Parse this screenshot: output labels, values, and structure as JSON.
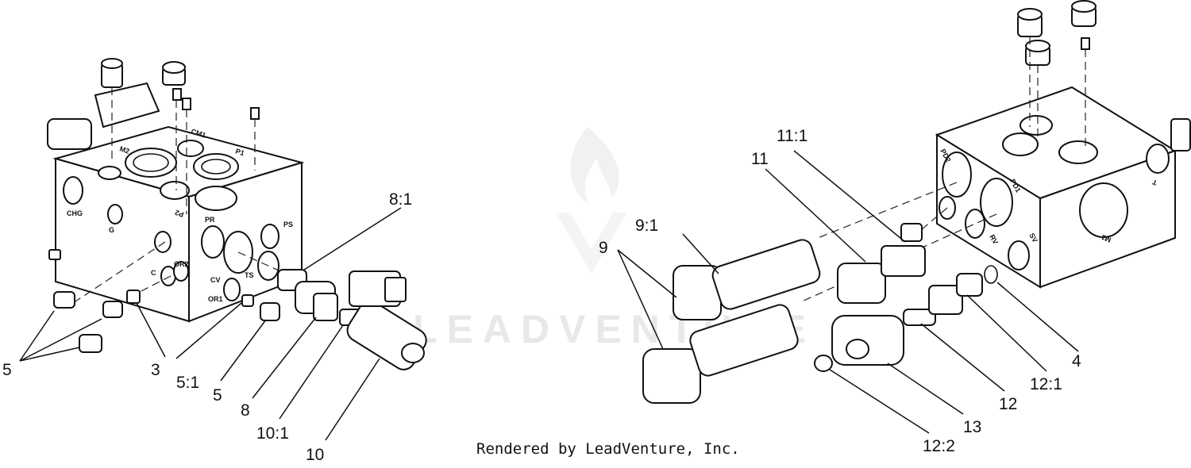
{
  "watermark": "LEADVENTURE",
  "credit": "Rendered by LeadVenture, Inc.",
  "left_assembly": {
    "port_labels": [
      "M2",
      "CM1",
      "P1",
      "P2",
      "CHG",
      "G",
      "PR",
      "PS",
      "OR2",
      "C",
      "CV",
      "TS",
      "OR1"
    ],
    "callouts": [
      "5",
      "3",
      "5:1",
      "5",
      "8",
      "8:1",
      "10:1",
      "10"
    ]
  },
  "right_assembly": {
    "port_labels": [
      "PD2",
      "PD1",
      "RV",
      "SV",
      "M1",
      "T"
    ],
    "callouts": [
      "9:1",
      "9",
      "11:1",
      "11",
      "4",
      "12:1",
      "12",
      "13",
      "12:2"
    ]
  }
}
